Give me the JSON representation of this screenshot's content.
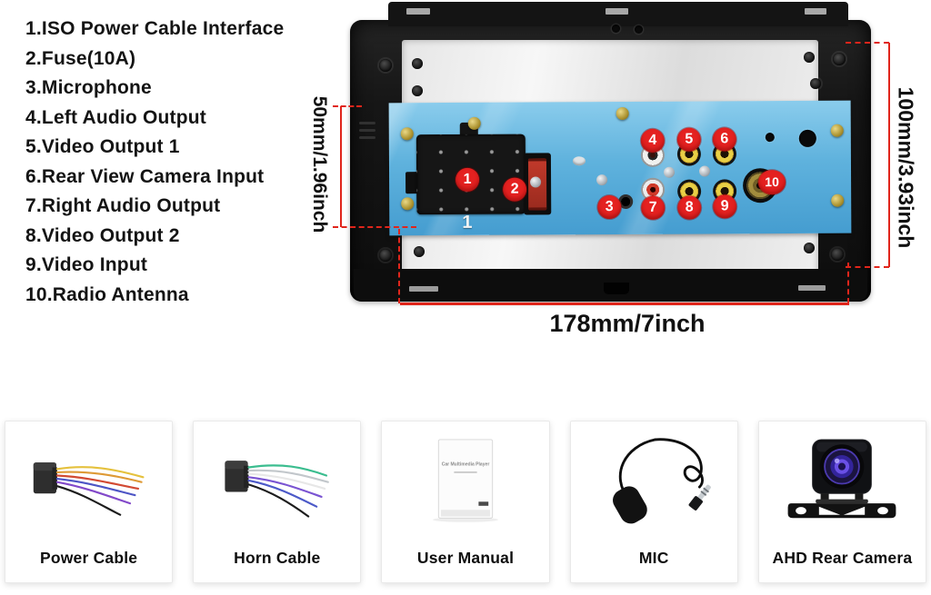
{
  "legend": {
    "items": [
      "1.ISO Power Cable Interface",
      "2.Fuse(10A)",
      "3.Microphone",
      "4.Left Audio Output",
      "5.Video Output 1",
      "6.Rear View Camera Input",
      "7.Right Audio Output",
      "8.Video Output 2",
      "9.Video Input",
      "10.Radio Antenna"
    ]
  },
  "unit": {
    "badges": [
      "1",
      "2",
      "3",
      "4",
      "5",
      "6",
      "7",
      "8",
      "9",
      "10"
    ],
    "print_label": "1"
  },
  "dimensions": {
    "panel_height": "50mm/1.96inch",
    "unit_height": "100mm/3.93inch",
    "unit_width": "178mm/7inch"
  },
  "accessories": [
    {
      "label": "Power Cable"
    },
    {
      "label": "Horn Cable"
    },
    {
      "label": "User Manual",
      "cover_title": "Car Multimedia Player"
    },
    {
      "label": "MIC"
    },
    {
      "label": "AHD Rear Camera"
    }
  ],
  "colors": {
    "accent_red": "#e0251b",
    "badge_red": "#e42120",
    "panel_blue": "#5fb2dd",
    "rca_yellow": "#e8cf46"
  }
}
